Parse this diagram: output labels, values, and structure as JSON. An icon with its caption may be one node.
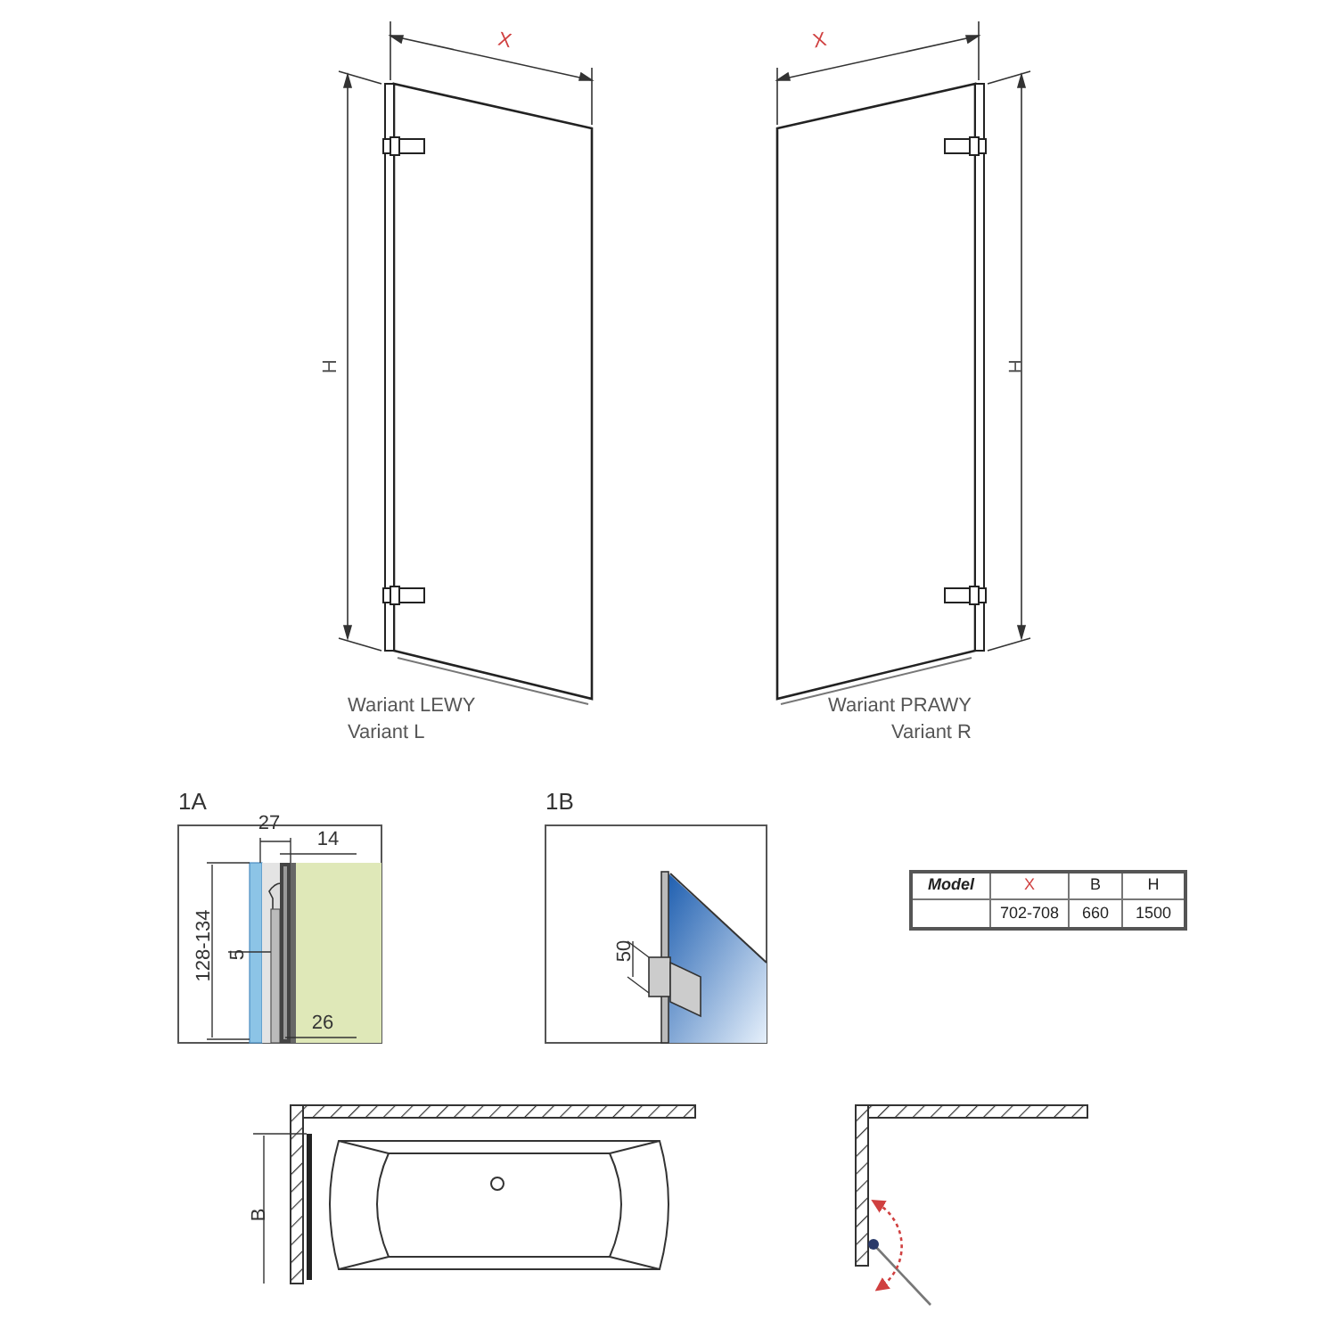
{
  "diagram": {
    "labels": [
      "X",
      "X",
      "H",
      "H",
      "Wariant LEWY",
      "Variant L",
      "Wariant PRAWY",
      "Variant R",
      "1A",
      "27",
      "14",
      "128-134",
      "5",
      "26",
      "1B",
      "50",
      "Model",
      "X",
      "B",
      "H",
      "702-708",
      "660",
      "1500",
      "B"
    ]
  }
}
